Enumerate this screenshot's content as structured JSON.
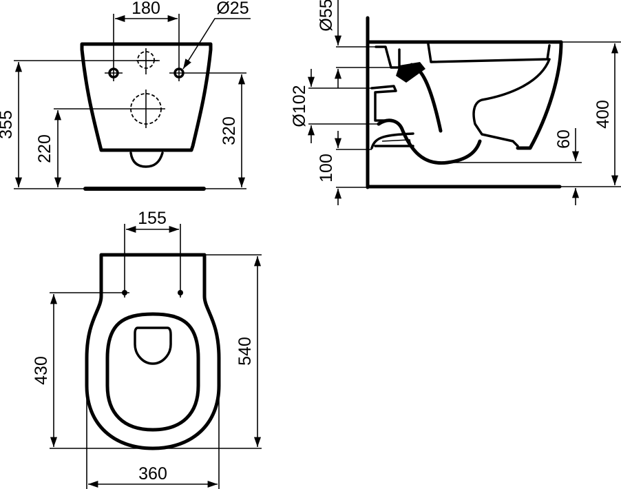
{
  "title": "Wall-hung WC technical drawing",
  "units": "mm",
  "views": {
    "rear": {
      "dims": {
        "fixing_spacing": "180",
        "fixing_hole_diameter": "Ø25",
        "top_hole_height": "355",
        "outlet_height": "220",
        "fixing_height": "320"
      }
    },
    "side": {
      "dims": {
        "inlet_diameter": "Ø55",
        "outlet_diameter": "Ø102",
        "floor_to_base": "100",
        "trap_depth": "60",
        "overall_height": "400"
      }
    },
    "top": {
      "dims": {
        "seat_fixing_spacing": "155",
        "fixing_to_front": "430",
        "overall_length": "540",
        "overall_width": "360"
      }
    }
  },
  "colors": {
    "line": "#000000",
    "background": "#ffffff"
  }
}
